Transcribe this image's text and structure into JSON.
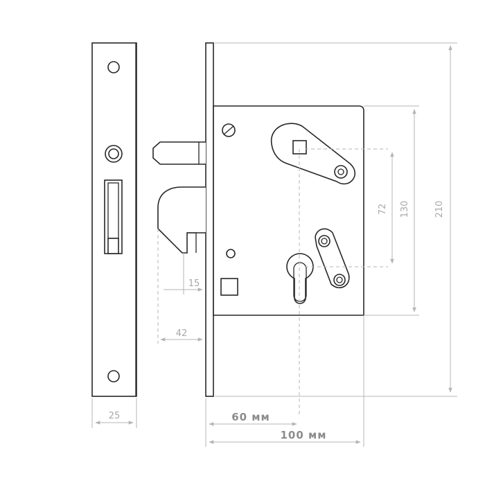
{
  "dimensions": {
    "faceplate_width": "25",
    "latch_offset": "15",
    "hook_projection": "42",
    "spindle_to_cylinder": "72",
    "screw_to_cylinder": "130",
    "total_height": "210",
    "backset": "60 мм",
    "case_depth": "100 мм"
  },
  "colors": {
    "outline": "#262626",
    "dimension": "#b5b5b5",
    "dimension_text": "#a8a8a8"
  }
}
